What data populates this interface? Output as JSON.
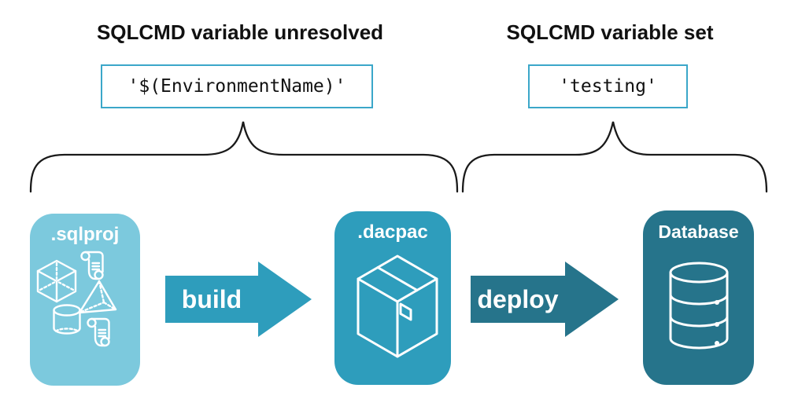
{
  "diagram": {
    "title_left": "SQLCMD variable unresolved",
    "title_right": "SQLCMD variable set",
    "annotations": [
      {
        "id": "unresolved",
        "heading": "SQLCMD variable unresolved",
        "value": "'$(EnvironmentName)'"
      },
      {
        "id": "set",
        "heading": "SQLCMD variable set",
        "value": "'testing'"
      }
    ],
    "nodes": [
      {
        "id": "sqlproj",
        "label": ".sqlproj",
        "color": "#7cc9dd",
        "icons": [
          "script-scroll-icon",
          "cube-icon",
          "pyramid-icon",
          "cylinder-icon",
          "script-scroll-icon"
        ]
      },
      {
        "id": "dacpac",
        "label": ".dacpac",
        "color": "#2e9dbc",
        "icons": [
          "package-box-icon"
        ]
      },
      {
        "id": "database",
        "label": "Database",
        "color": "#26748b",
        "icons": [
          "database-cylinder-icon"
        ]
      }
    ],
    "edges": [
      {
        "id": "build",
        "label": "build",
        "from": "sqlproj",
        "to": "dacpac",
        "color": "#2e9dbc"
      },
      {
        "id": "deploy",
        "label": "deploy",
        "from": "dacpac",
        "to": "database",
        "color": "#26748b"
      }
    ],
    "colors": {
      "background": "#ffffff",
      "code_box_border": "#3ba7c9",
      "brace_stroke": "#1a1a1a",
      "text": "#111111",
      "node_text": "#ffffff"
    }
  }
}
